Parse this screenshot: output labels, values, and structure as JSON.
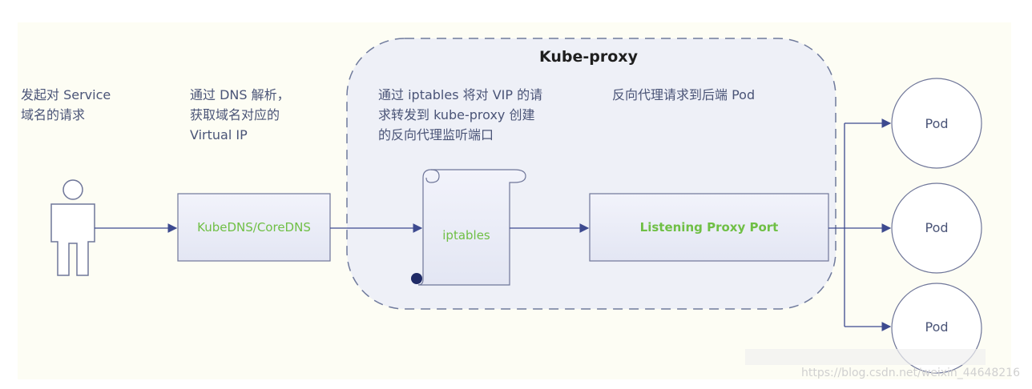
{
  "labels": {
    "title": "Kube-proxy",
    "step1": "发起对 Service\n域名的请求",
    "step2": "通过 DNS 解析，\n获取域名对应的\nVirtual IP",
    "step3": "通过 iptables 将对 VIP 的请\n求转发到 kube-proxy 创建\n的反向代理监听端口",
    "step4": "反向代理请求到后端 Pod"
  },
  "nodes": {
    "dns": "KubeDNS/CoreDNS",
    "iptables": "iptables",
    "proxy_port": "Listening Proxy Port",
    "pods": [
      "Pod",
      "Pod",
      "Pod"
    ]
  },
  "watermark": "https://blog.csdn.net/weixin_44648216",
  "colors": {
    "line": "#3d4a8f",
    "box_fill": "#eceef8",
    "box_stroke": "#6f7699",
    "green_text": "#6fbf45"
  }
}
